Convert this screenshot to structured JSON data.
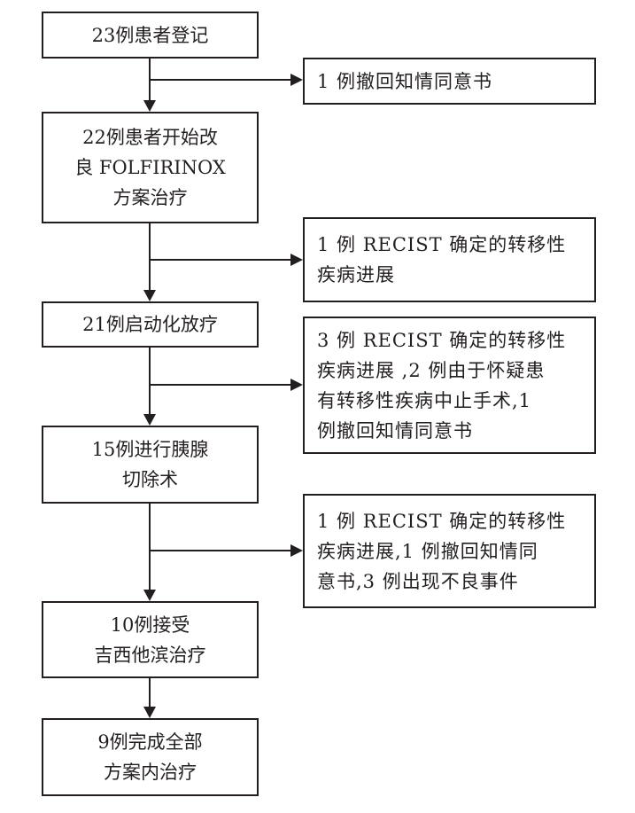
{
  "diagram": {
    "type": "flowchart",
    "colors": {
      "stroke": "#231f20",
      "background": "#ffffff"
    },
    "main_steps": [
      {
        "id": "registered",
        "lines": [
          "23例患者登记"
        ]
      },
      {
        "id": "started-mfolfirinox",
        "lines": [
          "22例患者开始改",
          "良 FOLFIRINOX",
          "方案治疗"
        ]
      },
      {
        "id": "chemoradiation",
        "lines": [
          "21例启动化放疗"
        ]
      },
      {
        "id": "pancreatectomy",
        "lines": [
          "15例进行胰腺",
          "切除术"
        ]
      },
      {
        "id": "gemcitabine",
        "lines": [
          "10例接受",
          "吉西他滨治疗"
        ]
      },
      {
        "id": "completed",
        "lines": [
          "9例完成全部",
          "方案内治疗"
        ]
      }
    ],
    "exclusions": [
      {
        "id": "exclusion-1",
        "lines": [
          "1 例撤回知情同意书"
        ]
      },
      {
        "id": "exclusion-2",
        "lines": [
          "1 例 RECIST 确定的转移性",
          "疾病进展"
        ]
      },
      {
        "id": "exclusion-3",
        "lines": [
          "3 例 RECIST 确定的转移性",
          "疾病进展 ,2 例由于怀疑患",
          "有转移性疾病中止手术,1",
          "例撤回知情同意书"
        ]
      },
      {
        "id": "exclusion-4",
        "lines": [
          "1 例 RECIST 确定的转移性",
          "疾病进展,1 例撤回知情同",
          "意书,3 例出现不良事件"
        ]
      }
    ]
  }
}
